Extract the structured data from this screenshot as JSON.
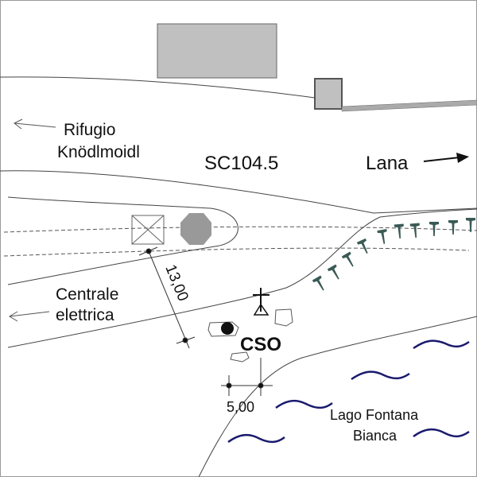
{
  "labels": {
    "rifugio_line1": "Rifugio",
    "rifugio_line2": "Knödlmoidl",
    "road_code": "SC104.5",
    "lana": "Lana",
    "centrale_line1": "Centrale",
    "centrale_line2": "elettrica",
    "dim_13": "13,00",
    "dim_5": "5,00",
    "cso": "CSO",
    "lake_line1": "Lago Fontana",
    "lake_line2": "Bianca"
  },
  "colors": {
    "building": "#c0c0c0",
    "manhole": "#999999",
    "trees": "#3a5a55",
    "water": "#1a1a6e",
    "line": "#444444"
  }
}
